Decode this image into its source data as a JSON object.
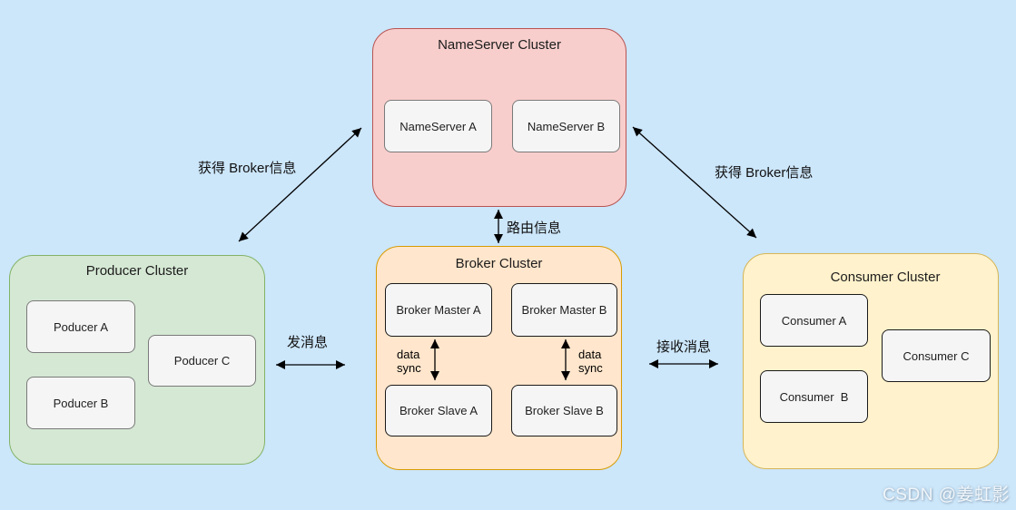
{
  "canvas": {
    "background": "#cce6fa"
  },
  "watermark": "CSDN @姜虹影",
  "clusters": {
    "nameserver": {
      "title": "NameServer Cluster",
      "colors": {
        "fill": "#f8cecc",
        "stroke": "#b85450",
        "node_fill": "#f5f5f5",
        "node_stroke": "#7a7a7a"
      },
      "nodes": [
        {
          "label": "NameServer A"
        },
        {
          "label": "NameServer B"
        }
      ]
    },
    "producer": {
      "title": "Producer Cluster",
      "colors": {
        "fill": "#d5e8d4",
        "stroke": "#82b366",
        "node_fill": "#f5f5f5",
        "node_stroke": "#7a7a7a"
      },
      "nodes": [
        {
          "label": "Poducer A"
        },
        {
          "label": "Poducer B"
        },
        {
          "label": "Poducer C"
        }
      ]
    },
    "broker": {
      "title": "Broker Cluster",
      "colors": {
        "fill": "#ffe6cc",
        "stroke": "#d79b00",
        "node_fill": "#f5f5f5",
        "node_stroke": "#1a1a1a"
      },
      "nodes": [
        {
          "label": "Broker Master A"
        },
        {
          "label": "Broker Master B"
        },
        {
          "label": "Broker Slave A"
        },
        {
          "label": "Broker Slave B"
        }
      ]
    },
    "consumer": {
      "title": "Consumer Cluster",
      "colors": {
        "fill": "#fff2cc",
        "stroke": "#d6b656",
        "node_fill": "#f5f5f5",
        "node_stroke": "#1a1a1a"
      },
      "nodes": [
        {
          "label": "Consumer A"
        },
        {
          "label": "Consumer  B"
        },
        {
          "label": "Consumer C"
        }
      ]
    }
  },
  "edges": {
    "arrow_color": "#000000",
    "producer_nameserver": {
      "label": "获得 Broker信息"
    },
    "nameserver_consumer": {
      "label": "获得 Broker信息"
    },
    "nameserver_broker": {
      "label": "路由信息"
    },
    "producer_broker": {
      "label": "发消息"
    },
    "broker_consumer": {
      "label": "接收消息"
    },
    "data_sync_left": {
      "label": "data\nsync"
    },
    "data_sync_right": {
      "label": "data\nsync"
    }
  }
}
